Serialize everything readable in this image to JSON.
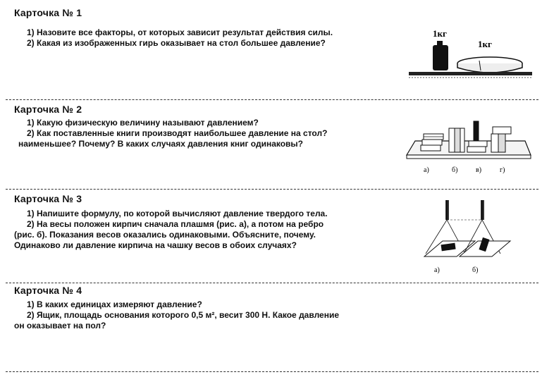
{
  "cards": [
    {
      "title": "Карточка № 1",
      "questions": [
        "1) Назовите все факторы, от которых зависит результат действия силы.",
        "2) Какая из изображенных гирь оказывает на стол большее давление?"
      ],
      "figure": {
        "labels": [
          "1кг",
          "1кг"
        ]
      }
    },
    {
      "title": "Карточка № 2",
      "questions": [
        "1) Какую физическую величину называют давлением?",
        "2) Как поставленные книги производят наибольшее давление на стол?",
        "наименьшее? Почему? В каких случаях давления книг одинаковы?"
      ],
      "figure": {
        "labels": [
          "а)",
          "б)",
          "в)",
          "г)"
        ]
      }
    },
    {
      "title": "Карточка № 3",
      "questions": [
        "1) Напишите формулу, по которой вычисляют давление твердого тела.",
        "2) На весы положен кирпич сначала плашмя (рис. а), а потом на ребро",
        "(рис. б). Показания весов оказались одинаковыми. Объясните, почему.",
        "Одинаково ли давление кирпича на чашку весов в обоих случаях?"
      ],
      "figure": {
        "labels": [
          "а)",
          "б)"
        ]
      }
    },
    {
      "title": "Карточка № 4",
      "questions": [
        "1) В каких единицах измеряют давление?",
        "2) Ящик, площадь основания которого 0,5 м², весит 300 Н. Какое давление",
        "он оказывает на пол?"
      ]
    }
  ]
}
